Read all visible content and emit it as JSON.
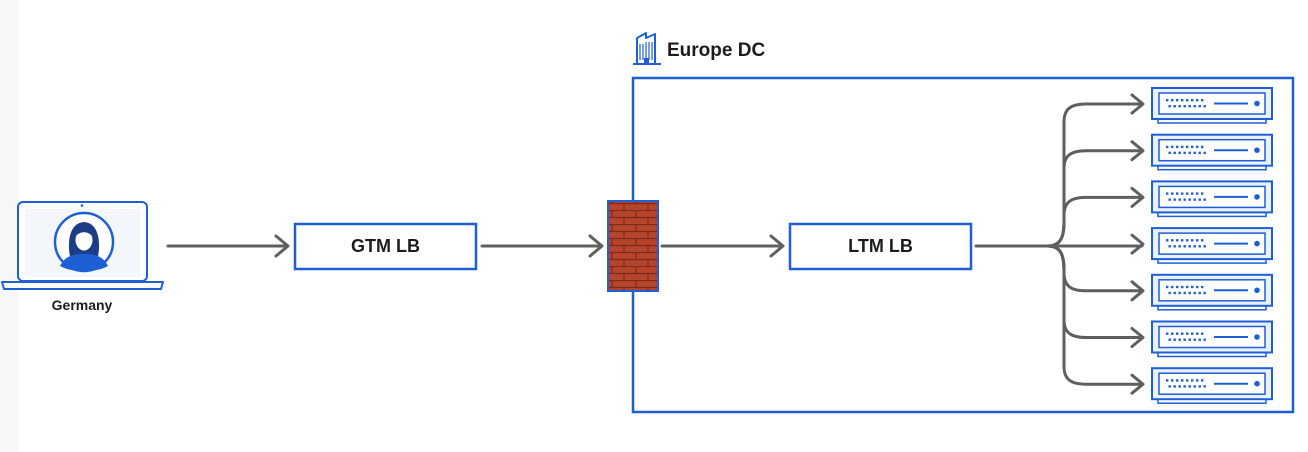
{
  "client": {
    "label": "Germany"
  },
  "gtm": {
    "label": "GTM LB"
  },
  "datacenter": {
    "label": "Europe DC"
  },
  "ltm": {
    "label": "LTM LB"
  },
  "servers": {
    "count": 7
  },
  "colors": {
    "accent": "#1f5fd6",
    "arrow": "#5f5f5f",
    "brick": "#b5442a",
    "mortar": "#7a2a1a",
    "server_fill": "#eaf1fd"
  }
}
